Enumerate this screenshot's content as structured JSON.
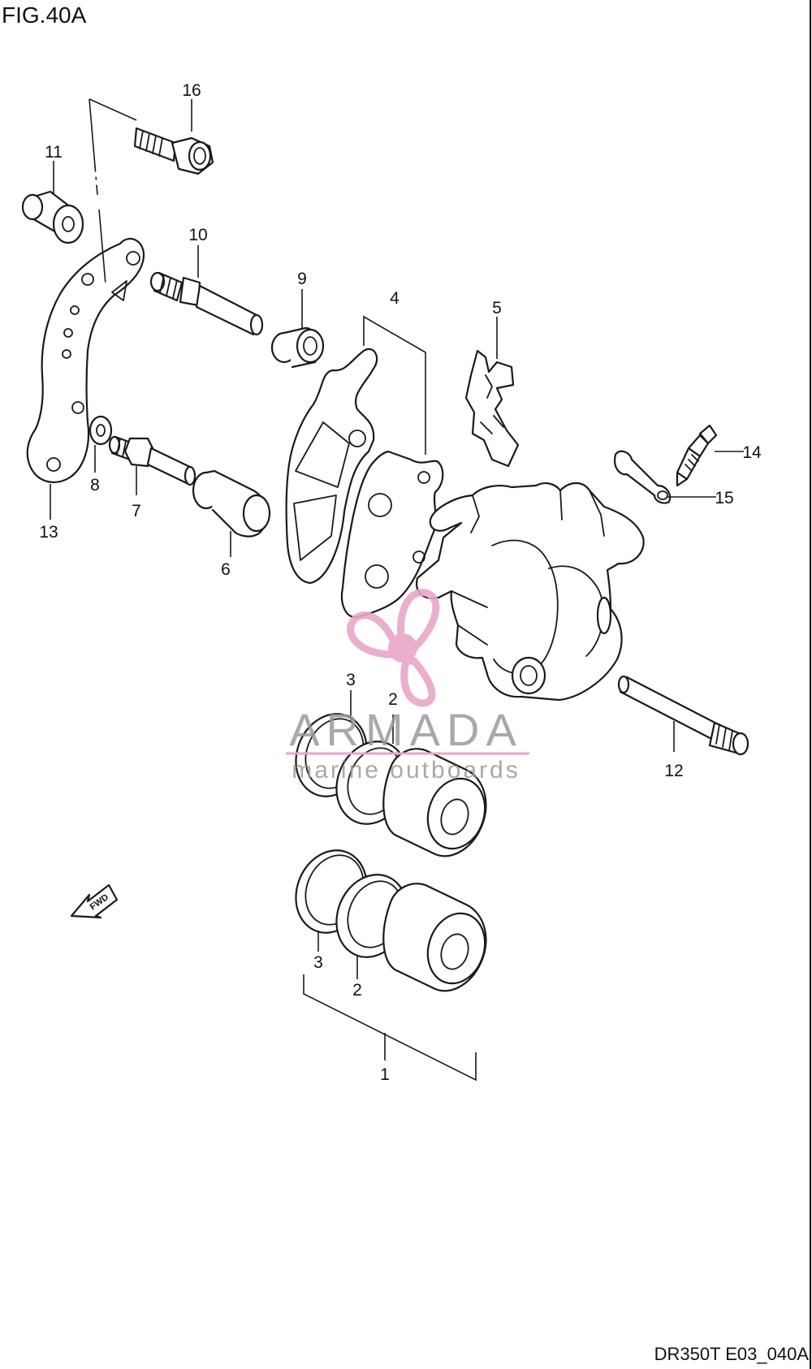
{
  "figure": {
    "title": "FIG.40A",
    "code": "DR350T E03_040A",
    "fwd_label": "FWD"
  },
  "watermark": {
    "brand": "ARMADA",
    "tagline": "marine outboards",
    "brand_color": "#9a9a9a",
    "accent_color": "#e9a6c8",
    "icon": "propeller-icon"
  },
  "callouts": [
    "16",
    "11",
    "10",
    "9",
    "4",
    "5",
    "14",
    "15",
    "8",
    "7",
    "13",
    "6",
    "3",
    "2",
    "12",
    "3",
    "2",
    "1"
  ]
}
